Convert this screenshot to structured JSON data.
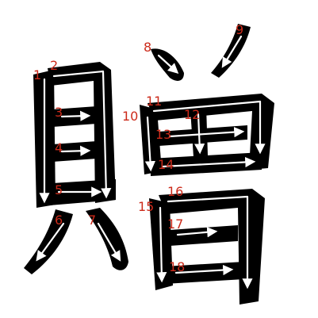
{
  "character": "贈",
  "colors": {
    "background": "#ffffff",
    "glyph": "#000000",
    "guide": "#ffffff",
    "number": "#cc2a1a"
  },
  "stroke_numbers": [
    "1",
    "2",
    "3",
    "4",
    "5",
    "6",
    "7",
    "8",
    "9",
    "10",
    "11",
    "12",
    "13",
    "14",
    "15",
    "16",
    "17",
    "18"
  ]
}
